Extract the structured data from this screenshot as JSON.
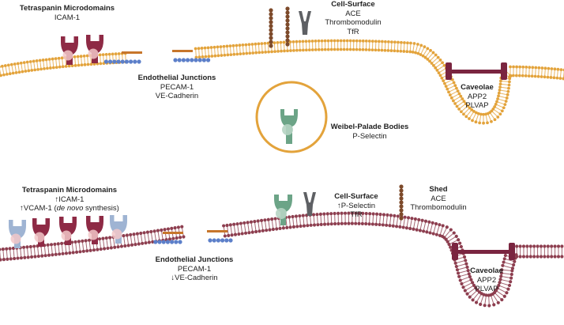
{
  "colors": {
    "healthy_membrane": "#e3a33b",
    "inflamed_membrane": "#8d3e4f",
    "icam": "#8e2a45",
    "vcam": "#9fb4d3",
    "selectin": "#6ca487",
    "grey_receptor": "#5e6064",
    "chain": "#7d4a2a",
    "pecam": "#c7762b",
    "vecad": "#5c7fc9",
    "caveolae": "#7a2540"
  },
  "top": {
    "tetraspanin": {
      "title": "Tetraspanin Microdomains",
      "line1": "ICAM-1"
    },
    "junctions": {
      "title": "Endothelial Junctions",
      "line1": "PECAM-1",
      "line2": "VE-Cadherin"
    },
    "cell_surface": {
      "title": "Cell-Surface",
      "line1": "ACE",
      "line2": "Thrombomodulin",
      "line3": "TfR"
    },
    "weibel": {
      "title": "Weibel-Palade Bodies",
      "line1": "P-Selectin"
    },
    "caveolae": {
      "title": "Caveolae",
      "line1": "APP2",
      "line2": "PLVAP"
    }
  },
  "bottom": {
    "tetraspanin": {
      "title": "Tetraspanin Microdomains",
      "line1": "↑ICAM-1",
      "line2_pre": "↑VCAM-1 (",
      "line2_em": "de novo",
      "line2_post": " synthesis)"
    },
    "junctions": {
      "title": "Endothelial Junctions",
      "line1": "PECAM-1",
      "line2": "↓VE-Cadherin"
    },
    "cell_surface": {
      "title": "Cell-Surface",
      "line1": "↑P-Selectin",
      "line2": "TfR"
    },
    "shed": {
      "title": "Shed",
      "line1": "ACE",
      "line2": "Thrombomodulin"
    },
    "caveolae": {
      "title": "Caveolae",
      "line1": "APP2",
      "line2": "PLVAP"
    }
  }
}
